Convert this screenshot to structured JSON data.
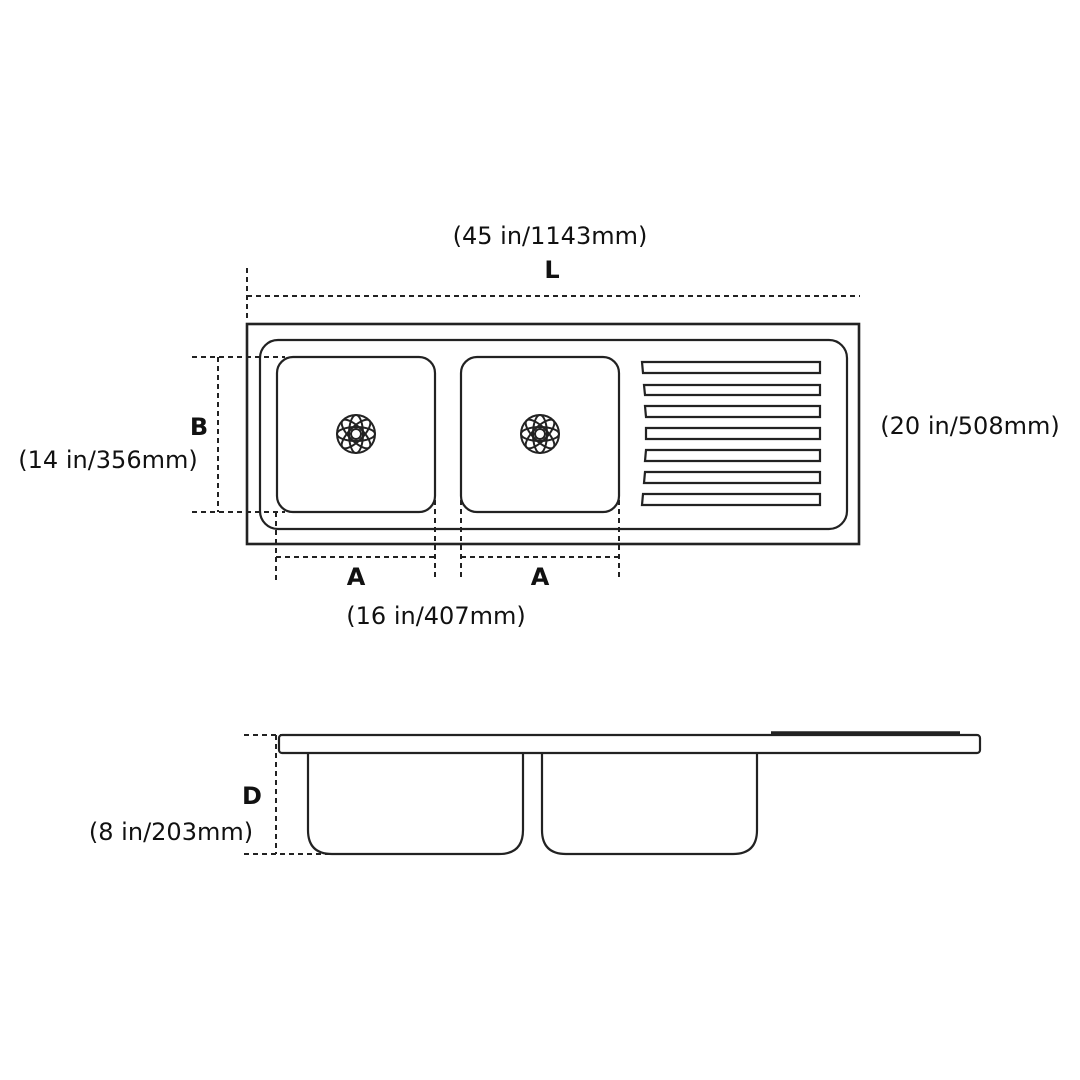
{
  "top_view": {
    "length_label": "(45 in/1143mm)",
    "length_letter": "L",
    "width_label": "(20 in/508mm)",
    "bowl_depth_letter": "B",
    "bowl_depth_label": "(14 in/356mm)",
    "bowl_width_letter_left": "A",
    "bowl_width_letter_right": "A",
    "bowl_width_label": "(16 in/407mm)"
  },
  "side_view": {
    "depth_letter": "D",
    "depth_label": "(8 in/203mm)"
  }
}
